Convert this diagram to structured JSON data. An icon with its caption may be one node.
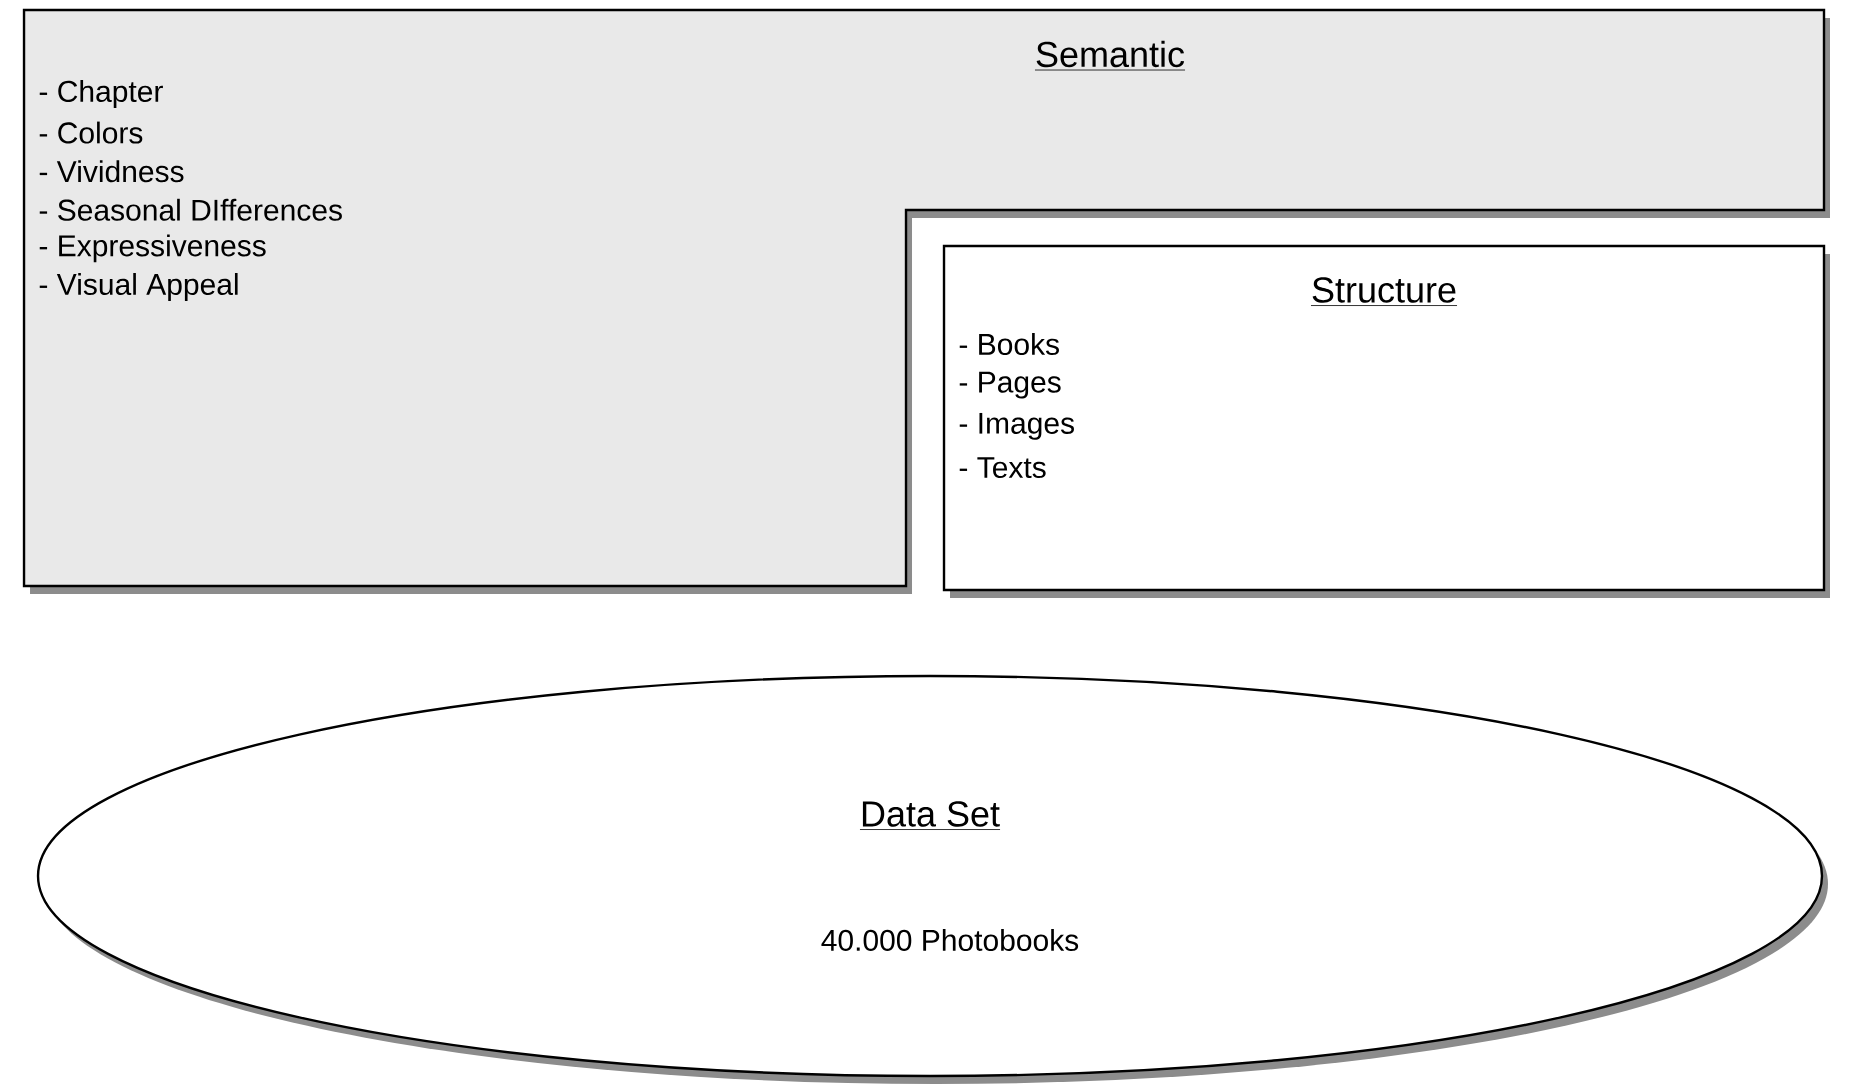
{
  "diagram": {
    "nodes": [
      {
        "text": [
          "Semantic",
          "- Chapter",
          "- Colors",
          "- Vividness",
          "- Seasonal DIfferences",
          "- Expressiveness",
          "- Visual Appeal"
        ]
      },
      {
        "text": [
          "Structure",
          "- Books",
          "- Pages",
          "- Images",
          "- Texts"
        ]
      },
      {
        "text": [
          "Data Set",
          "40.000 Photobooks"
        ]
      }
    ]
  }
}
